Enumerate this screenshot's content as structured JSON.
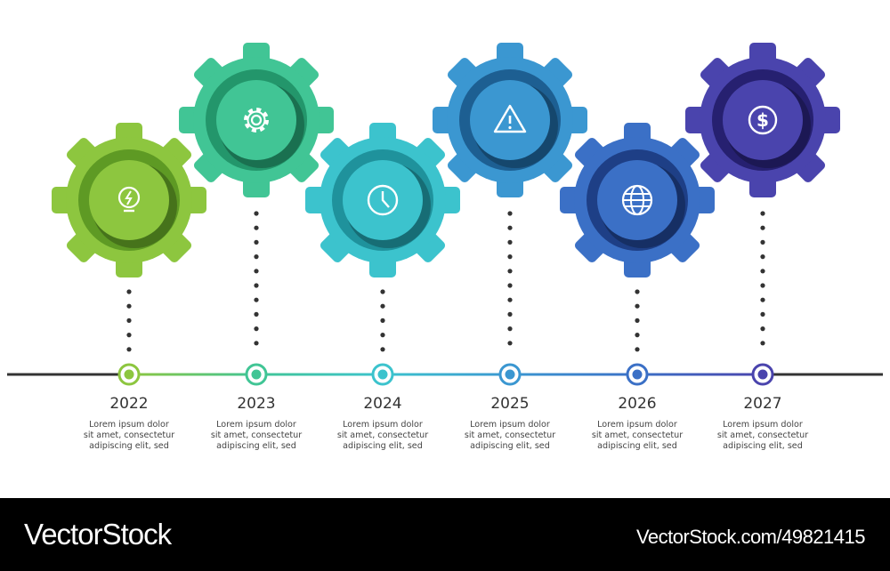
{
  "items": [
    {
      "year": "2022",
      "icon": "lightbulb-icon",
      "color": "#8dc63f",
      "dark": "#5e9a24",
      "text": [
        "Lorem ipsum dolor",
        "sit amet, consectetur",
        "adipiscing elit, sed"
      ]
    },
    {
      "year": "2023",
      "icon": "gear-icon",
      "color": "#41c595",
      "dark": "#23966b",
      "text": [
        "Lorem ipsum dolor",
        "sit amet, consectetur",
        "adipiscing elit, sed"
      ]
    },
    {
      "year": "2024",
      "icon": "clock-icon",
      "color": "#3cc3cd",
      "dark": "#1f929c",
      "text": [
        "Lorem ipsum dolor",
        "sit amet, consectetur",
        "adipiscing elit, sed"
      ]
    },
    {
      "year": "2025",
      "icon": "warning-icon",
      "color": "#3b97d1",
      "dark": "#1d5f92",
      "text": [
        "Lorem ipsum dolor",
        "sit amet, consectetur",
        "adipiscing elit, sed"
      ]
    },
    {
      "year": "2026",
      "icon": "globe-icon",
      "color": "#3b70c6",
      "dark": "#1e3f86",
      "text": [
        "Lorem ipsum dolor",
        "sit amet, consectetur",
        "adipiscing elit, sed"
      ]
    },
    {
      "year": "2027",
      "icon": "dollar-icon",
      "color": "#4a44ad",
      "dark": "#262070",
      "text": [
        "Lorem ipsum dolor",
        "sit amet, consectetur",
        "adipiscing elit, sed"
      ]
    }
  ],
  "timeline_color": "#333333",
  "footer": {
    "brand": "VectorStock",
    "url": "VectorStock.com/49821415"
  }
}
